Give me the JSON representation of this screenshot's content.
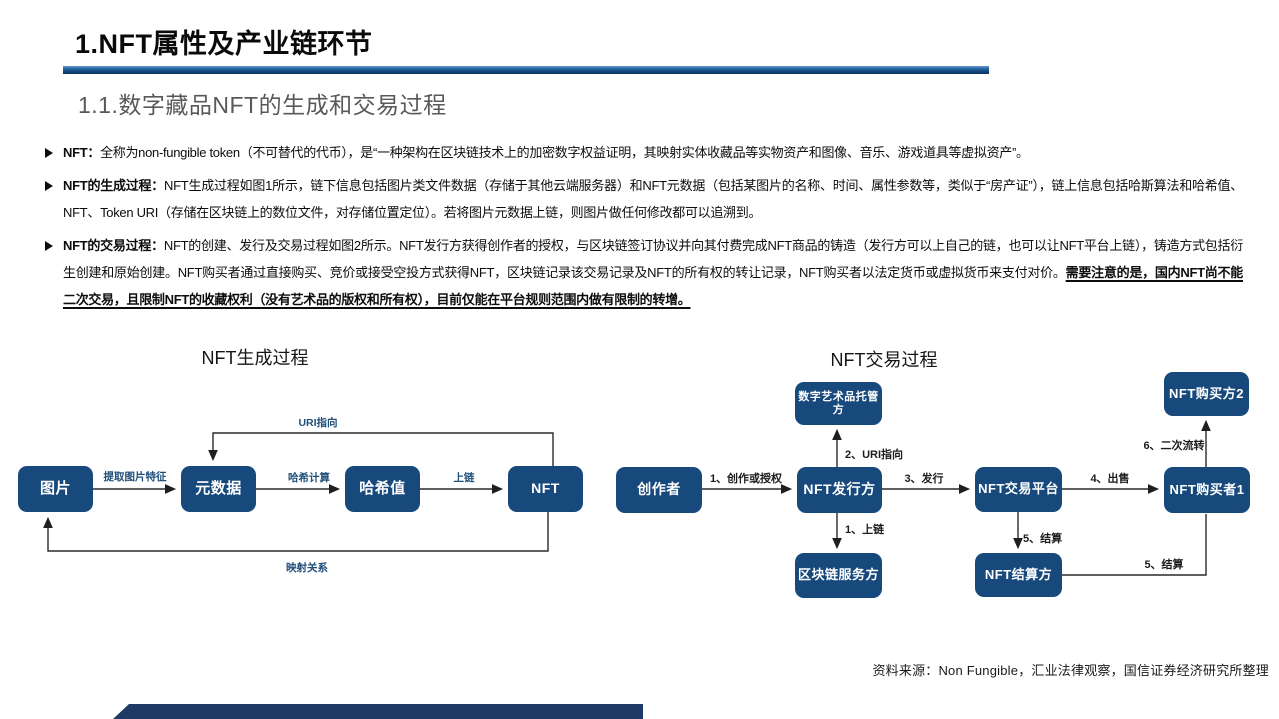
{
  "slide": {
    "title": "1.NFT属性及产业链环节",
    "subtitle": "1.1.数字藏品NFT的生成和交易过程",
    "source_note": "资料来源：Non Fungible，汇业法律观察，国信证券经济研究所整理",
    "bullet_marker": "➢"
  },
  "bullets": [
    {
      "lead": "NFT：",
      "text": "全称为non-fungible token（不可替代的代币），是“一种架构在区块链技术上的加密数字权益证明，其映射实体收藏品等实物资产和图像、音乐、游戏道具等虚拟资产”。",
      "emphasis": ""
    },
    {
      "lead": "NFT的生成过程：",
      "text": "NFT生成过程如图1所示，链下信息包括图片类文件数据（存储于其他云端服务器）和NFT元数据（包括某图片的名称、时间、属性参数等，类似于“房产证”），链上信息包括哈斯算法和哈希值、NFT、Token URI（存储在区块链上的数位文件，对存储位置定位）。若将图片元数据上链，则图片做任何修改都可以追溯到。",
      "emphasis": ""
    },
    {
      "lead": "NFT的交易过程：",
      "text": "NFT的创建、发行及交易过程如图2所示。NFT发行方获得创作者的授权，与区块链签订协议并向其付费完成NFT商品的铸造（发行方可以上自己的链，也可以让NFT平台上链），铸造方式包括衍生创建和原始创建。NFT购买者通过直接购买、竞价或接受空投方式获得NFT，区块链记录该交易记录及NFT的所有权的转让记录，NFT购买者以法定货币或虚拟货币来支付对价。",
      "emphasis": "需要注意的是，国内NFT尚不能二次交易，且限制NFT的收藏权利（没有艺术品的版权和所有权），目前仅能在平台规则范围内做有限制的转增。"
    }
  ],
  "generation_diagram": {
    "title": "NFT生成过程",
    "nodes": {
      "image": "图片",
      "metadata": "元数据",
      "hash": "哈希值",
      "nft": "NFT"
    },
    "labels": {
      "extract": "提取图片特征",
      "hash_calc": "哈希计算",
      "on_chain": "上链",
      "uri": "URI指向",
      "mapping": "映射关系"
    }
  },
  "trade_diagram": {
    "title": "NFT交易过程",
    "nodes": {
      "creator": "创作者",
      "custodian": "数字艺术品托管方",
      "issuer": "NFT发行方",
      "blockchain": "区块链服务方",
      "platform": "NFT交易平台",
      "settlement": "NFT结算方",
      "buyer1": "NFT购买者1",
      "buyer2": "NFT购买方2"
    },
    "labels": {
      "create_auth": "1、创作或授权",
      "uri_point": "2、URI指向",
      "on_chain": "1、上链",
      "issue": "3、发行",
      "sell": "4、出售",
      "settle_down": "5、结算",
      "settle_right": "5、结算",
      "resale": "6、二次流转"
    }
  },
  "colors": {
    "node_fill": "#17497C",
    "title_bar": "#134A80",
    "subtitle_gray": "#595959",
    "label_navy": "#1F4E79",
    "footer_wedge": "#1E3B66"
  }
}
